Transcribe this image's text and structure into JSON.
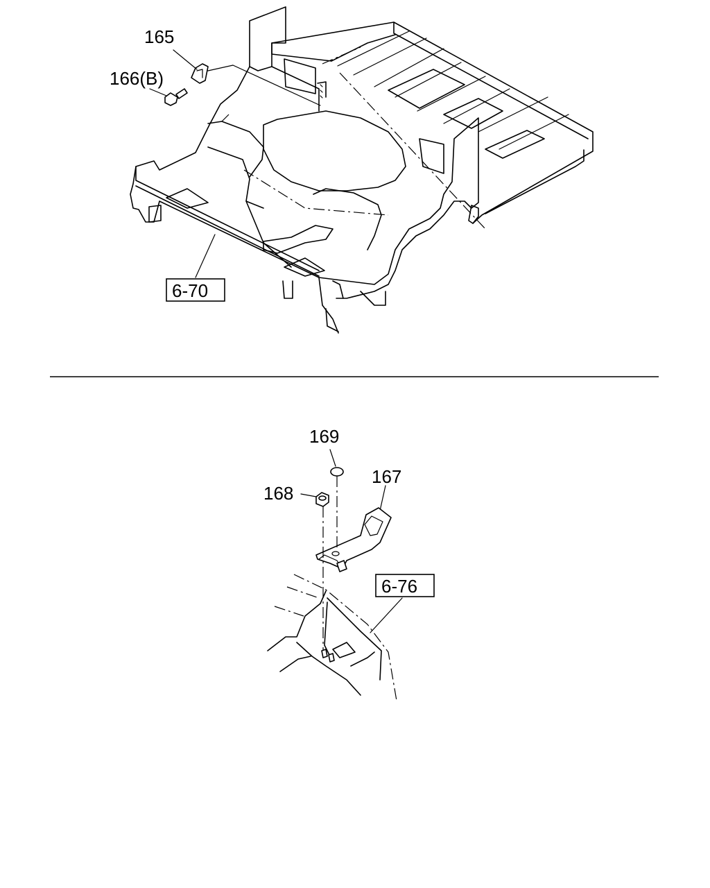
{
  "callouts": {
    "c165": "165",
    "c166": "166(B)",
    "c169": "169",
    "c168": "168",
    "c167": "167"
  },
  "refs": {
    "r670": "6-70",
    "r676": "6-76"
  }
}
